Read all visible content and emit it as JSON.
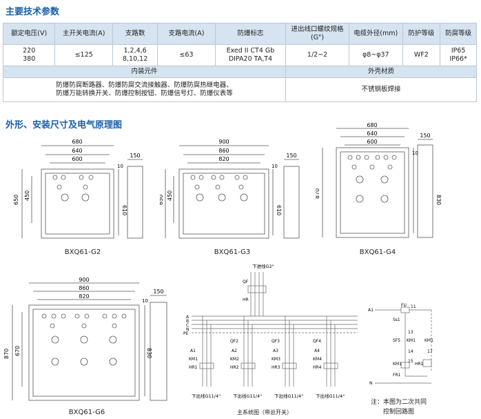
{
  "section1_title": "主要技术参数",
  "table": {
    "headers": [
      "额定电压(V)",
      "主开关电流(A)",
      "支路数",
      "支路电流(A)",
      "防爆标志",
      "进出线口螺纹规格(G\")",
      "电缆外径(mm)",
      "防护等级",
      "防腐等级"
    ],
    "values": [
      [
        "220",
        "380"
      ],
      [
        "≤125"
      ],
      [
        "1,2,4,6",
        "8,10,12"
      ],
      [
        "≤63"
      ],
      [
        "Exed II CT4 Gb",
        "DIPA20 TA,T4"
      ],
      [
        "1/2~2"
      ],
      [
        "φ8~φ37"
      ],
      [
        "WF2"
      ],
      [
        "IP65",
        "IP66*"
      ]
    ],
    "sub_headers": [
      "内装元件",
      "外壳材质"
    ],
    "components_lines": [
      "防爆防腐断路器、防爆防腐交流接触器、防爆防腐热继电器、",
      "防爆万能转换开关、防爆控制按钮、防爆信号灯、防爆仪表等"
    ],
    "material": "不锈钢板焊接"
  },
  "section2_title": "外形、安装尺寸及电气原理图",
  "drawings": {
    "g2": {
      "model": "BXQ61-G2",
      "w1": "680",
      "w2": "640",
      "w3": "600",
      "h_outer": "650",
      "h_inner": "450",
      "h_right": "610",
      "top": "10",
      "side": "150"
    },
    "g3": {
      "model": "BXQ61-G3",
      "w1": "900",
      "w2": "860",
      "w3": "820",
      "h_outer": "650",
      "h_inner": "450",
      "h_right": "610",
      "top": "10",
      "side": "150"
    },
    "g4": {
      "model": "BXQ61-G4",
      "w1": "680",
      "w2": "640",
      "w3": "600",
      "h_outer": "870",
      "h_right": "830",
      "top": "10",
      "side": "150"
    },
    "g6": {
      "model": "BXQ61-G6",
      "w1": "900",
      "w2": "860",
      "w3": "820",
      "h_outer": "870",
      "h_inner": "670",
      "h_right": "830",
      "top": "10",
      "side": "150"
    }
  },
  "schematic": {
    "inlet": "下进线G2\"",
    "outlet": "下出线G11/4\"",
    "caption": "主系统图（带总开关）",
    "phases": [
      "A",
      "B",
      "C",
      "N",
      "PE"
    ],
    "main_labels": [
      "QF",
      "HR"
    ],
    "branch_labels": [
      "QF2",
      "A2",
      "KM2",
      "HR2",
      "QF3",
      "A3",
      "KM3",
      "HR3",
      "QF4",
      "A4",
      "KM4",
      "HR4",
      "A1",
      "KM1",
      "HR1"
    ]
  },
  "control": {
    "labels": [
      "A1",
      "FU",
      "11",
      "13",
      "Ss1",
      "SF5",
      "KM1",
      "KM1",
      "17",
      "14",
      "15",
      "KM1",
      "HR1",
      "FR1",
      "N"
    ],
    "note_lines": [
      "注：本图为二次共同",
      "控制回路图"
    ]
  }
}
